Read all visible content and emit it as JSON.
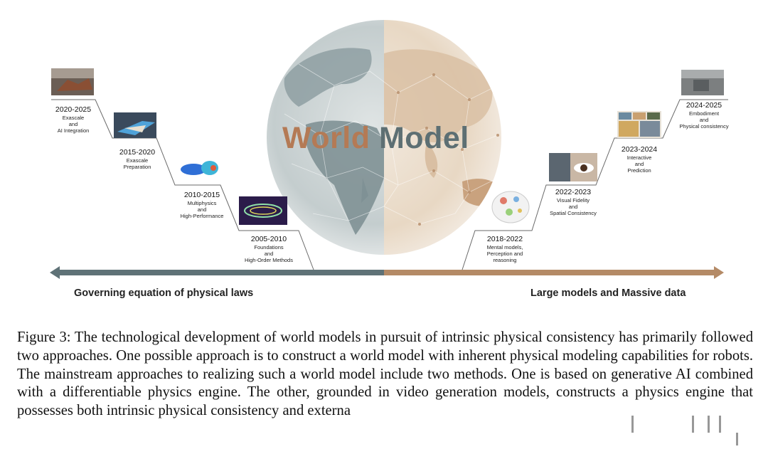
{
  "figure": {
    "center_title_left": "World",
    "center_title_right": "Model",
    "left_approach": "Governing equation of physical laws",
    "right_approach": "Large models and Massive data",
    "colors": {
      "left_arrow": "#5f7277",
      "right_arrow": "#b48a66",
      "title_left": "#b47a55",
      "title_right": "#5d6f73",
      "line": "#6a6a6a"
    },
    "left_milestones": [
      {
        "year": "2020-2025",
        "desc": "Exascale\nand\nAI Integration",
        "image": "robot-arm-image"
      },
      {
        "year": "2015-2020",
        "desc": "Exascale\nPreparation",
        "image": "aircraft-simulation-image"
      },
      {
        "year": "2010-2015",
        "desc": "Multiphysics\nand\nHigh-Performance",
        "image": "engine-simulation-image"
      },
      {
        "year": "2005-2010",
        "desc": "Foundations\nand\nHigh-Order Methods",
        "image": "flow-field-image"
      }
    ],
    "right_milestones": [
      {
        "year": "2018-2022",
        "desc": "Mental models,\nPerception and\nreasoning",
        "image": "mind-map-image"
      },
      {
        "year": "2022-2023",
        "desc": "Visual Fidelity\nand\nSpatial Consistency",
        "image": "eye-scene-image"
      },
      {
        "year": "2023-2024",
        "desc": "Interactive\nand\nPrediction",
        "image": "video-frames-image"
      },
      {
        "year": "2024-2025",
        "desc": "Embodiment\nand\nPhysical consistency",
        "image": "robot-room-image"
      }
    ]
  },
  "caption": {
    "text": "Figure 3: The technological development of world models in pursuit of intrinsic physical consistency has primarily followed two approaches. One possible approach is to construct a world model with inherent physical modeling capabilities for robots. The mainstream approaches to realizing such a world model include two methods. One is based on generative AI combined with a differentiable physics engine. The other, grounded in video generation models, constructs a physics engine that possesses both intrinsic physical consistency and externa"
  }
}
